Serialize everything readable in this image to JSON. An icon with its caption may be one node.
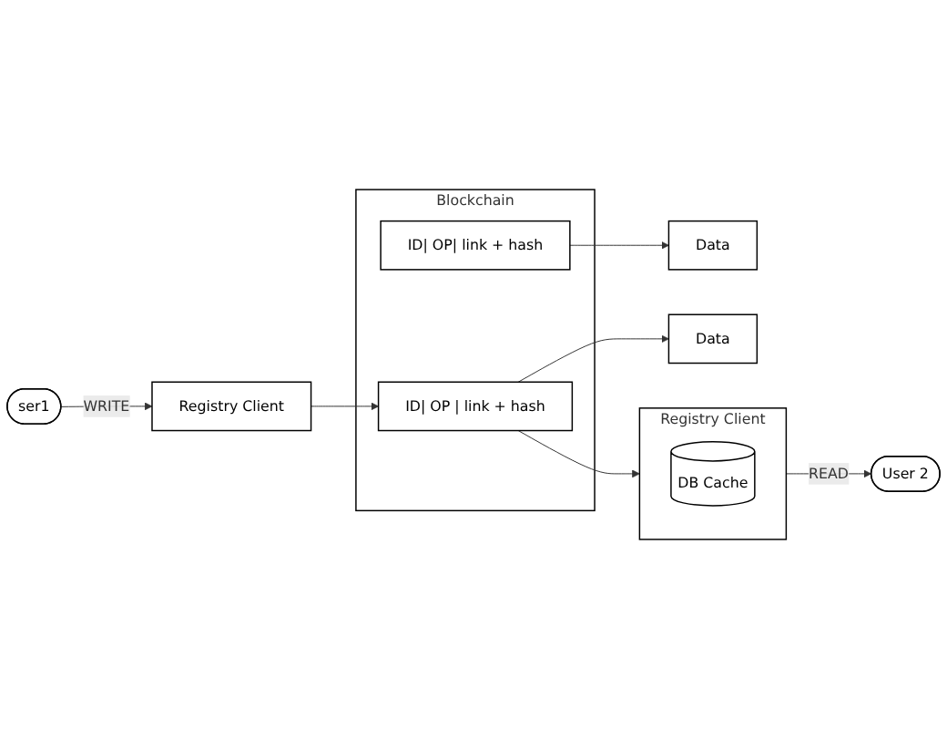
{
  "diagram": {
    "nodes": [
      {
        "text": [
          "ser1"
        ]
      },
      {
        "text": [
          "Registry Client"
        ]
      },
      {
        "text": [
          "Blockchain"
        ]
      },
      {
        "text": [
          "ID| OP| link + hash"
        ],
        "in": 2
      },
      {
        "text": [
          "ID| OP | link + hash"
        ],
        "in": 2
      },
      {
        "text": [
          "Data"
        ]
      },
      {
        "text": [
          "Data"
        ]
      },
      {
        "text": [
          "User 2"
        ]
      },
      {
        "text": [
          "Registry Client"
        ]
      },
      {
        "text": [
          "DB Cache"
        ],
        "in": 8
      }
    ],
    "edges": [
      {
        "from": 0,
        "to": 1,
        "arrow": "to",
        "label": "WRITE"
      },
      {
        "from": 1,
        "to": 4,
        "arrow": "to"
      },
      {
        "from": 3,
        "to": 5,
        "arrow": "to"
      },
      {
        "from": 4,
        "to": 6,
        "arrow": "to"
      },
      {
        "from": 4,
        "to": 8,
        "arrow": "to"
      },
      {
        "from": 8,
        "to": 7,
        "arrow": "to",
        "label": "READ"
      }
    ]
  }
}
